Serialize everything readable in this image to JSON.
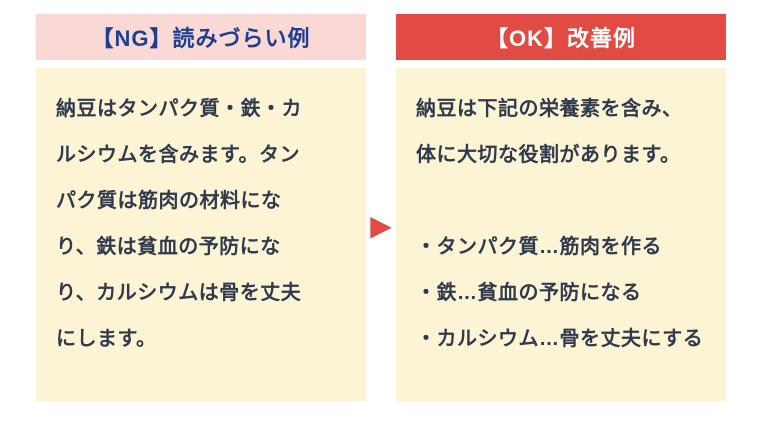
{
  "colors": {
    "page_bg": "#ffffff",
    "ng_header_bg": "#f9d8d6",
    "ng_header_text": "#1e3f8f",
    "ok_header_bg": "#e24a44",
    "ok_header_text": "#ffffff",
    "body_bg": "#fdf3d5",
    "body_text": "#2f3a4d",
    "arrow_color": "#e24a44"
  },
  "ng_panel": {
    "header": "【NG】読みづらい例",
    "lines": [
      "納豆はタンパク質・鉄・カ",
      "ルシウムを含みます。タン",
      "パク質は筋肉の材料にな",
      "り、鉄は貧血の予防にな",
      "り、カルシウムは骨を丈夫",
      "にします。"
    ]
  },
  "ok_panel": {
    "header": "【OK】改善例",
    "lines": [
      "納豆は下記の栄養素を含み、",
      "体に大切な役割があります。",
      "",
      "・タンパク質…筋肉を作る",
      "・鉄…貧血の予防になる",
      "・カルシウム…骨を丈夫にする"
    ]
  },
  "arrow": {
    "glyph": "▶"
  }
}
